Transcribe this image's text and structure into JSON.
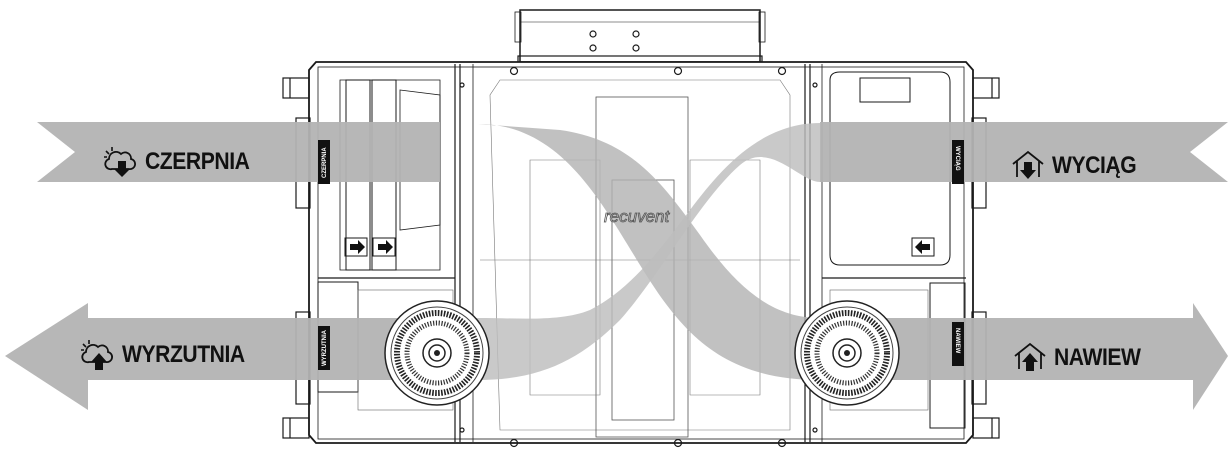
{
  "flows": {
    "czerpnia": {
      "label": "CZERPNIA",
      "icon": "outdoor-air-in-icon"
    },
    "wyciag": {
      "label": "WYCIĄG",
      "icon": "indoor-air-out-icon"
    },
    "wyrzutnia": {
      "label": "WYRZUTNIA",
      "icon": "outdoor-air-out-icon"
    },
    "nawiew": {
      "label": "NAWIEW",
      "icon": "indoor-air-in-icon"
    }
  },
  "ports": {
    "czerpnia": "CZERPNIA",
    "wyciag": "WYCIĄG",
    "wyrzutnia": "WYRZUTNIA",
    "nawiew": "NAWIEW"
  },
  "brand": "recuvent",
  "colors": {
    "arrow_gray": "#b3b3b3",
    "arrow_dark": "#8f8f8f",
    "housing_line": "#1a1a1a",
    "tag_bg": "#111111"
  }
}
